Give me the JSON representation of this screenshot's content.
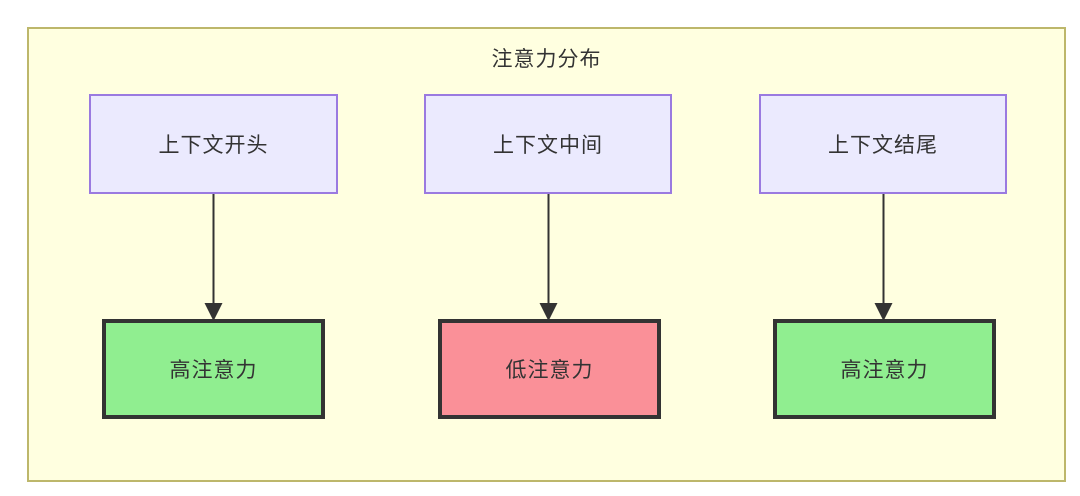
{
  "diagram": {
    "title": "注意力分布",
    "background_color": "#ffffe0",
    "border_color": "#bdb76b",
    "context_nodes": [
      {
        "id": "ctx-start",
        "label": "上下文开头",
        "fill": "#ebeafe",
        "stroke": "#9a7ae0"
      },
      {
        "id": "ctx-middle",
        "label": "上下文中间",
        "fill": "#ebeafe",
        "stroke": "#9a7ae0"
      },
      {
        "id": "ctx-end",
        "label": "上下文结尾",
        "fill": "#ebeafe",
        "stroke": "#9a7ae0"
      }
    ],
    "attention_nodes": [
      {
        "id": "att-high-start",
        "label": "高注意力",
        "fill": "#90ee90",
        "stroke": "#333333",
        "level": "high"
      },
      {
        "id": "att-low-middle",
        "label": "低注意力",
        "fill": "#fa9098",
        "stroke": "#333333",
        "level": "low"
      },
      {
        "id": "att-high-end",
        "label": "高注意力",
        "fill": "#90ee90",
        "stroke": "#333333",
        "level": "high"
      }
    ],
    "edges": [
      {
        "from": "ctx-start",
        "to": "att-high-start",
        "label": "",
        "style": "solid-arrow"
      },
      {
        "from": "ctx-middle",
        "to": "att-low-middle",
        "label": "",
        "style": "solid-arrow"
      },
      {
        "from": "ctx-end",
        "to": "att-high-end",
        "label": "",
        "style": "solid-arrow"
      }
    ]
  }
}
